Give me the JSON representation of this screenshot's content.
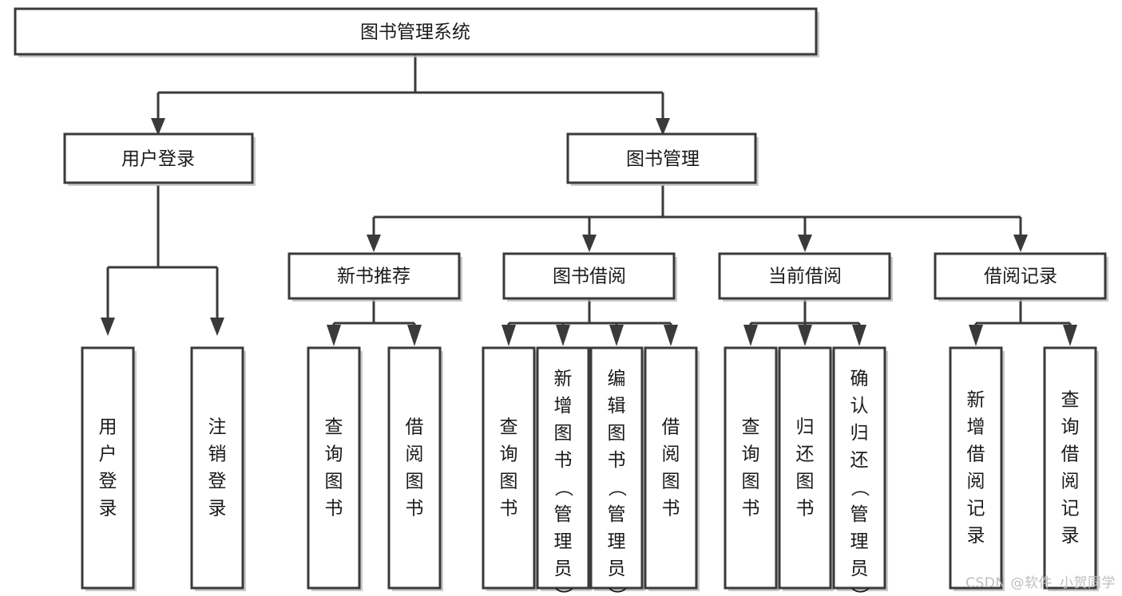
{
  "diagram": {
    "title": "图书管理系统",
    "type": "tree-hierarchy-chart",
    "root": {
      "id": "root",
      "label": "图书管理系统",
      "orientation": "horizontal"
    },
    "level2": [
      {
        "id": "user-login",
        "label": "用户登录",
        "orientation": "horizontal"
      },
      {
        "id": "book-manage",
        "label": "图书管理",
        "orientation": "horizontal"
      }
    ],
    "level3": [
      {
        "id": "new-book-rec",
        "label": "新书推荐",
        "orientation": "horizontal"
      },
      {
        "id": "book-borrow",
        "label": "图书借阅",
        "orientation": "horizontal"
      },
      {
        "id": "current-borrow",
        "label": "当前借阅",
        "orientation": "horizontal"
      },
      {
        "id": "borrow-record",
        "label": "借阅记录",
        "orientation": "horizontal"
      }
    ],
    "leaves": [
      {
        "id": "leaf-user-login",
        "parent": "user-login",
        "label": "用户登录",
        "orientation": "vertical"
      },
      {
        "id": "leaf-logout",
        "parent": "user-login",
        "label": "注销登录",
        "orientation": "vertical"
      },
      {
        "id": "leaf-query-book-1",
        "parent": "new-book-rec",
        "label": "查询图书",
        "orientation": "vertical"
      },
      {
        "id": "leaf-borrow-book-1",
        "parent": "new-book-rec",
        "label": "借阅图书",
        "orientation": "vertical"
      },
      {
        "id": "leaf-query-book-2",
        "parent": "book-borrow",
        "label": "查询图书",
        "orientation": "vertical"
      },
      {
        "id": "leaf-add-book",
        "parent": "book-borrow",
        "label": "新增图书（管理员）",
        "orientation": "vertical"
      },
      {
        "id": "leaf-edit-book",
        "parent": "book-borrow",
        "label": "编辑图书（管理员）",
        "orientation": "vertical"
      },
      {
        "id": "leaf-borrow-book-2",
        "parent": "book-borrow",
        "label": "借阅图书",
        "orientation": "vertical"
      },
      {
        "id": "leaf-query-book-3",
        "parent": "current-borrow",
        "label": "查询图书",
        "orientation": "vertical"
      },
      {
        "id": "leaf-return-book",
        "parent": "current-borrow",
        "label": "归还图书",
        "orientation": "vertical"
      },
      {
        "id": "leaf-confirm-return",
        "parent": "current-borrow",
        "label": "确认归还（管理员）",
        "orientation": "vertical"
      },
      {
        "id": "leaf-add-record",
        "parent": "borrow-record",
        "label": "新增借阅记录",
        "orientation": "vertical"
      },
      {
        "id": "leaf-query-record",
        "parent": "borrow-record",
        "label": "查询借阅记录",
        "orientation": "vertical"
      }
    ],
    "colors": {
      "box_stroke": "#3a3a3a",
      "box_fill": "#ffffff",
      "connector": "#3a3a3a",
      "text": "#1a1a1a",
      "background": "#ffffff",
      "watermark": "#bdbdbd"
    }
  },
  "watermark": {
    "text": "CSDN @软件_小贺同学"
  }
}
